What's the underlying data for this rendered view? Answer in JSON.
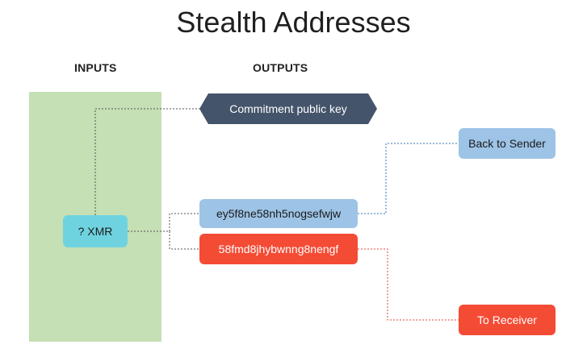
{
  "title": "Stealth Addresses",
  "columns": {
    "inputs_label": "INPUTS",
    "outputs_label": "OUTPUTS"
  },
  "nodes": {
    "commitment": "Commitment public key",
    "input_amount": "? XMR",
    "output_address_1": "ey5f8ne58nh5nogsefwjw",
    "output_address_2": "58fmd8jhybwnng8nengf",
    "back_to_sender": "Back to Sender",
    "to_receiver": "To Receiver"
  },
  "colors": {
    "inputs_panel": "#c5e0b4",
    "commitment_fill": "#44546a",
    "input_fill": "#6fd3df",
    "blue_output": "#9dc3e6",
    "red_output": "#f44b35",
    "connector_dark": "#555555",
    "connector_blue": "#2e75b6",
    "connector_red": "#e0473b"
  }
}
